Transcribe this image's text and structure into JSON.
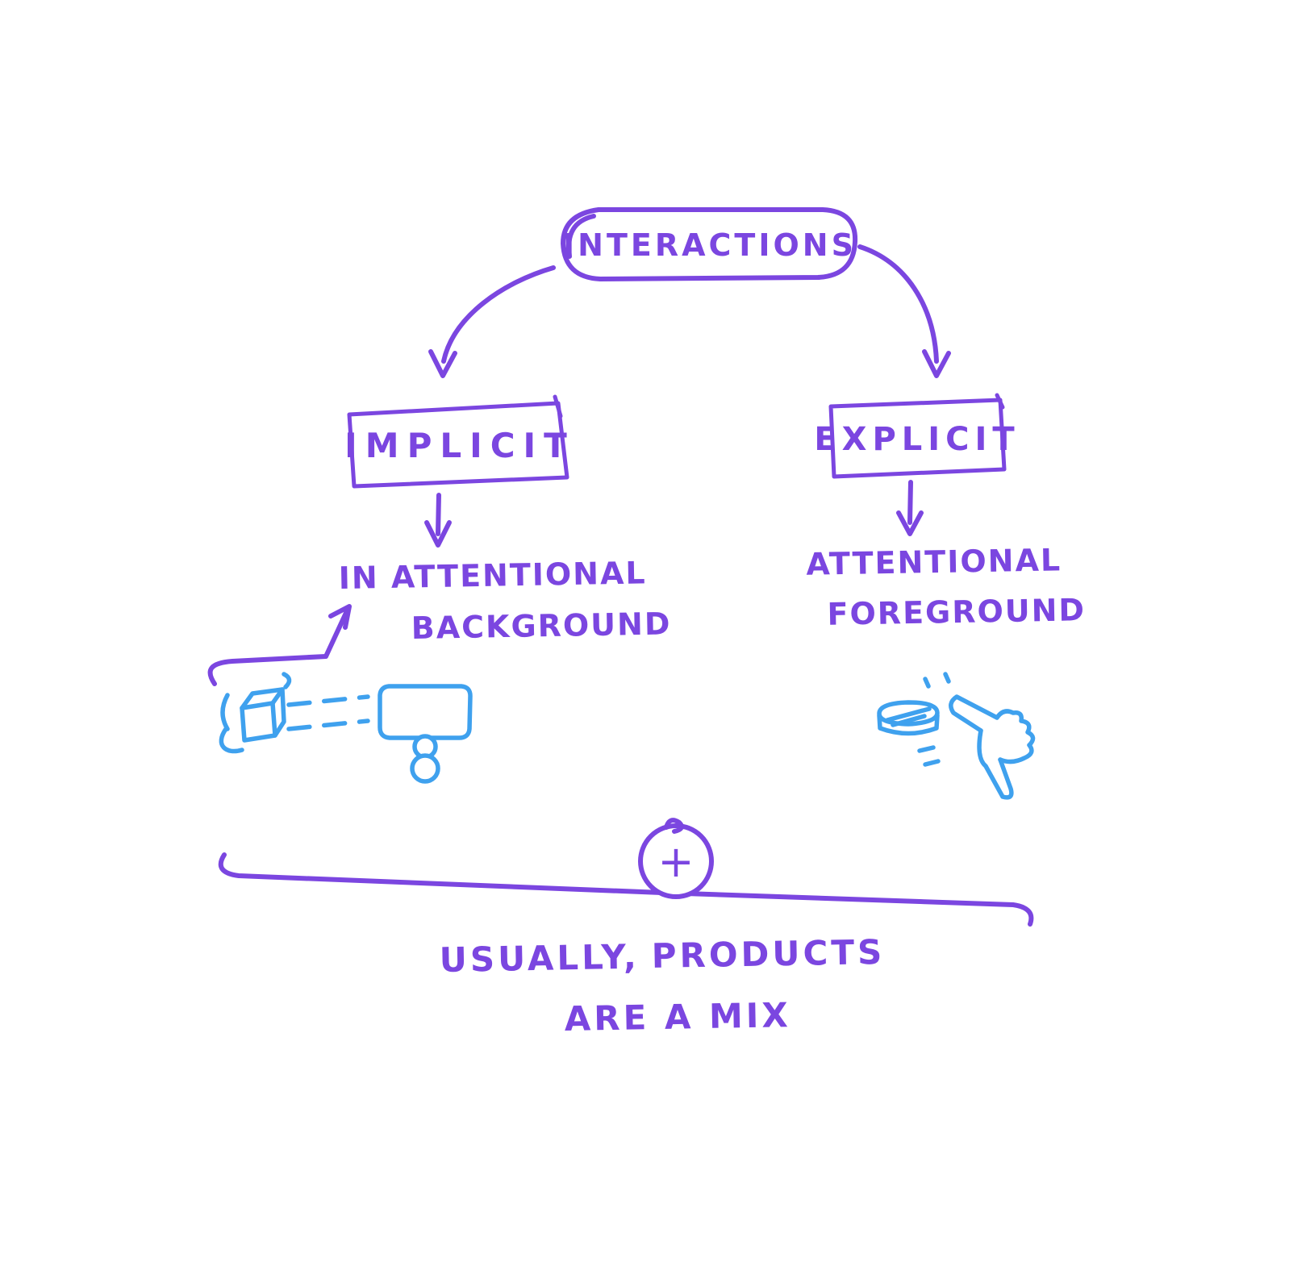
{
  "colors": {
    "primary_purple": "#7B46E0",
    "sketch_blue": "#3FA1EE",
    "background": "#FFFFFF"
  },
  "diagram": {
    "root": {
      "label": "INTERACTIONS"
    },
    "implicit": {
      "label": "IMPLICIT",
      "description": [
        "IN ATTENTIONAL",
        "BACKGROUND"
      ]
    },
    "explicit": {
      "label": "EXPLICIT",
      "description": [
        "ATTENTIONAL",
        "FOREGROUND"
      ]
    },
    "plus_symbol": "+",
    "footer": {
      "word1": "USUALLY,",
      "word2": "PRODUCTS",
      "line2": "ARE A MIX"
    }
  },
  "icons": [
    "cube-icon",
    "signal-dashes-icon",
    "screen-icon",
    "person-icon",
    "button-icon",
    "motion-dots-icon",
    "pointing-hand-icon",
    "plus-icon"
  ]
}
